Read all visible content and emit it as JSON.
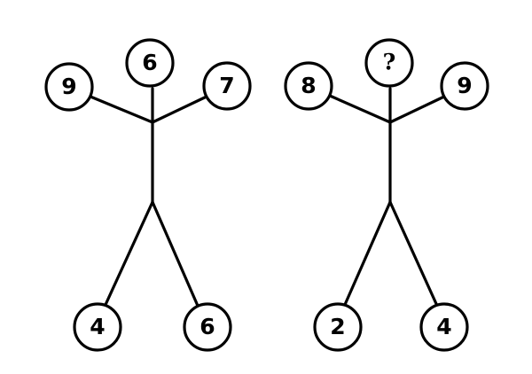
{
  "figures": [
    {
      "head": "6",
      "left_hand": "9",
      "right_hand": "7",
      "left_foot": "4",
      "right_foot": "6"
    },
    {
      "head": "?",
      "left_hand": "8",
      "right_hand": "9",
      "left_foot": "2",
      "right_foot": "4"
    }
  ]
}
